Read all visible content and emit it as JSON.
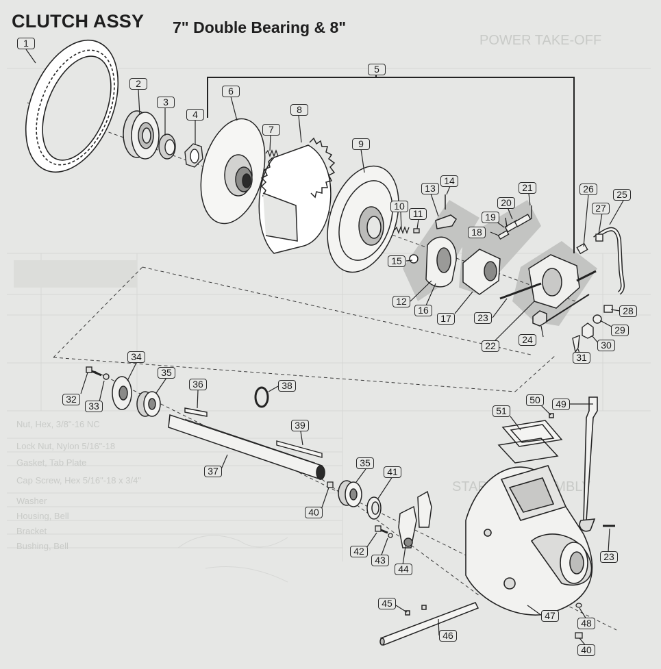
{
  "title": "CLUTCH ASSY",
  "subtitle": "7\" Double Bearing & 8\"",
  "background_page_text": {
    "heading": "POWER TAKE-OFF",
    "heading2": "STARTER ASSEMBLY",
    "rows": [
      "Nut, Hex, 3/8\"-16 NC",
      "Lock Nut, Nylon 5/16\"-18",
      "Gasket, Tab Plate",
      "Cap Screw, Hex 5/16\"-18 x 3/4\"",
      "Washer",
      "Housing, Bell",
      "Bracket",
      "Bushing, Bell"
    ]
  },
  "callouts": [
    {
      "id": "1",
      "label": "1"
    },
    {
      "id": "2",
      "label": "2"
    },
    {
      "id": "3",
      "label": "3"
    },
    {
      "id": "4",
      "label": "4"
    },
    {
      "id": "5",
      "label": "5"
    },
    {
      "id": "6",
      "label": "6"
    },
    {
      "id": "7",
      "label": "7"
    },
    {
      "id": "8",
      "label": "8"
    },
    {
      "id": "9",
      "label": "9"
    },
    {
      "id": "10",
      "label": "10"
    },
    {
      "id": "11",
      "label": "11"
    },
    {
      "id": "12",
      "label": "12"
    },
    {
      "id": "13",
      "label": "13"
    },
    {
      "id": "14",
      "label": "14"
    },
    {
      "id": "15",
      "label": "15"
    },
    {
      "id": "16",
      "label": "16"
    },
    {
      "id": "17",
      "label": "17"
    },
    {
      "id": "18",
      "label": "18"
    },
    {
      "id": "19",
      "label": "19"
    },
    {
      "id": "20",
      "label": "20"
    },
    {
      "id": "21",
      "label": "21"
    },
    {
      "id": "22",
      "label": "22"
    },
    {
      "id": "23a",
      "label": "23"
    },
    {
      "id": "24",
      "label": "24"
    },
    {
      "id": "25",
      "label": "25"
    },
    {
      "id": "26",
      "label": "26"
    },
    {
      "id": "27",
      "label": "27"
    },
    {
      "id": "28",
      "label": "28"
    },
    {
      "id": "29",
      "label": "29"
    },
    {
      "id": "30",
      "label": "30"
    },
    {
      "id": "31",
      "label": "31"
    },
    {
      "id": "32",
      "label": "32"
    },
    {
      "id": "33",
      "label": "33"
    },
    {
      "id": "34",
      "label": "34"
    },
    {
      "id": "35a",
      "label": "35"
    },
    {
      "id": "36",
      "label": "36"
    },
    {
      "id": "37",
      "label": "37"
    },
    {
      "id": "38",
      "label": "38"
    },
    {
      "id": "39",
      "label": "39"
    },
    {
      "id": "35b",
      "label": "35"
    },
    {
      "id": "41",
      "label": "41"
    },
    {
      "id": "40a",
      "label": "40"
    },
    {
      "id": "42",
      "label": "42"
    },
    {
      "id": "43",
      "label": "43"
    },
    {
      "id": "44",
      "label": "44"
    },
    {
      "id": "45",
      "label": "45"
    },
    {
      "id": "46",
      "label": "46"
    },
    {
      "id": "47",
      "label": "47"
    },
    {
      "id": "48",
      "label": "48"
    },
    {
      "id": "40b",
      "label": "40"
    },
    {
      "id": "49",
      "label": "49"
    },
    {
      "id": "50",
      "label": "50"
    },
    {
      "id": "51",
      "label": "51"
    },
    {
      "id": "23b",
      "label": "23"
    }
  ],
  "colors": {
    "ink": "#232323",
    "paper": "#e6e7e5",
    "shade": "#b9bab8",
    "ghost": "#d2d3d1"
  }
}
